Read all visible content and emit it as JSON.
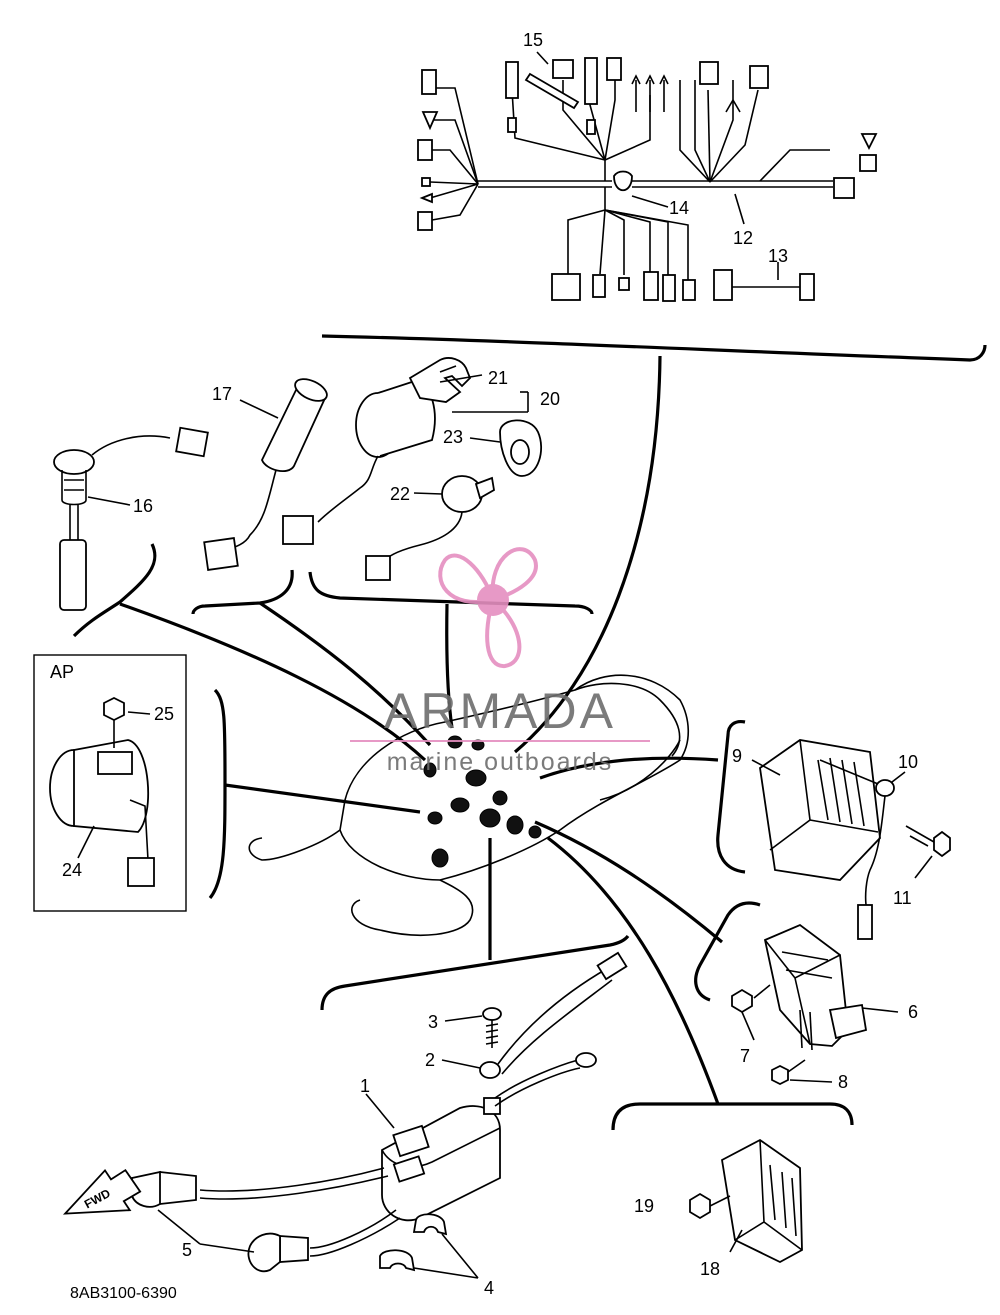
{
  "callouts": [
    {
      "id": "c1",
      "text": "1"
    },
    {
      "id": "c2",
      "text": "2"
    },
    {
      "id": "c3",
      "text": "3"
    },
    {
      "id": "c4",
      "text": "4"
    },
    {
      "id": "c5",
      "text": "5"
    },
    {
      "id": "c6",
      "text": "6"
    },
    {
      "id": "c7",
      "text": "7"
    },
    {
      "id": "c8",
      "text": "8"
    },
    {
      "id": "c9",
      "text": "9"
    },
    {
      "id": "c10",
      "text": "10"
    },
    {
      "id": "c11",
      "text": "11"
    },
    {
      "id": "c12",
      "text": "12"
    },
    {
      "id": "c13",
      "text": "13"
    },
    {
      "id": "c14",
      "text": "14"
    },
    {
      "id": "c15",
      "text": "15"
    },
    {
      "id": "c16",
      "text": "16"
    },
    {
      "id": "c17",
      "text": "17"
    },
    {
      "id": "c18",
      "text": "18"
    },
    {
      "id": "c19",
      "text": "19"
    },
    {
      "id": "c20",
      "text": "20"
    },
    {
      "id": "c21",
      "text": "21"
    },
    {
      "id": "c22",
      "text": "22"
    },
    {
      "id": "c23",
      "text": "23"
    },
    {
      "id": "c24",
      "text": "24"
    },
    {
      "id": "c25",
      "text": "25"
    }
  ],
  "inset": {
    "label": "AP"
  },
  "direction_arrow": {
    "label": "FWD"
  },
  "drawing_code": "8AB3100-6390",
  "watermark": {
    "brand": "ARMADA",
    "tagline": "marine outboards",
    "color": "#e58fc0",
    "icon": "propeller-icon"
  }
}
